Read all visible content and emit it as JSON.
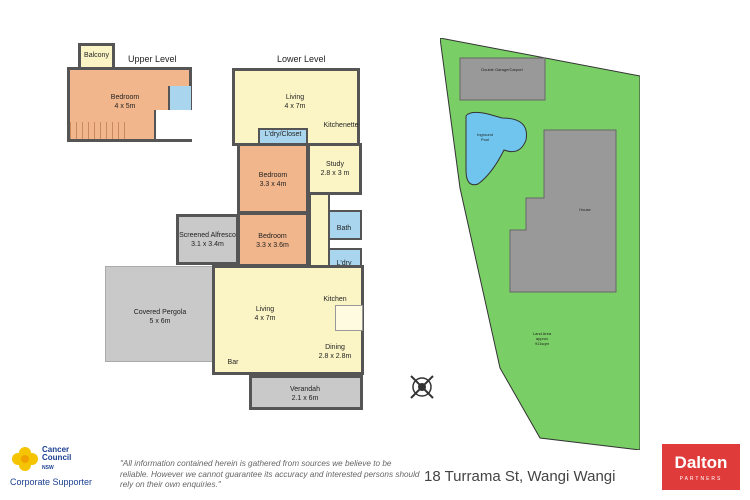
{
  "colors": {
    "upper_bedroom": "#f2b68c",
    "living_area": "#fbf5c6",
    "bedroom": "#f2b68c",
    "wet_area": "#a9d6ee",
    "outdoor": "#c9c9c9",
    "site_land": "#79cf65",
    "pool": "#6fc5ee",
    "walls": "#555555",
    "brand_red": "#e03b3b"
  },
  "upper_level": {
    "title": "Upper Level",
    "balcony": "Balcony",
    "bedroom": {
      "name": "Bedroom",
      "dims": "4 x 5m"
    }
  },
  "lower_level": {
    "title": "Lower Level",
    "living_top": {
      "name": "Living",
      "dims": "4 x 7m"
    },
    "ldry_closet": "L'dry/Closet",
    "kitchenette": "Kitchenette",
    "study": {
      "name": "Study",
      "dims": "2.8 x 3 m"
    },
    "bedroom_1": {
      "name": "Bedroom",
      "dims": "3.3 x 4m"
    },
    "bedroom_2": {
      "name": "Bedroom",
      "dims": "3.3 x 3.6m"
    },
    "screened_alfresco": {
      "name": "Screened Alfresco",
      "dims": "3.1 x 3.4m"
    },
    "bath": "Bath",
    "ldry": "L'dry",
    "covered_pergola": {
      "name": "Covered Pergola",
      "dims": "5 x 6m"
    },
    "living_bottom": {
      "name": "Living",
      "dims": "4 x 7m"
    },
    "kitchen": "Kitchen",
    "dining": {
      "name": "Dining",
      "dims": "2.8 x 2.8m"
    },
    "bar": "Bar",
    "verandah": {
      "name": "Verandah",
      "dims": "2.1 x 6m"
    }
  },
  "site_plan": {
    "garage": "Double Garage/Carport",
    "pool_line1": "Inground",
    "pool_line2": "Pool",
    "house": "House",
    "land_line1": "Land Area",
    "land_line2": "approx",
    "land_line3": "911sqm"
  },
  "footer": {
    "sponsor_name_line1": "Cancer",
    "sponsor_name_line2": "Council",
    "sponsor_name_line3": "NSW",
    "sponsor_tagline": "Corporate Supporter",
    "disclaimer": "\"All information contained herein is gathered from sources we believe to be reliable. However we cannot guarantee its accuracy and interested persons should rely on their own enquiries.\"",
    "address": "18 Turrama St, Wangi Wangi",
    "agency_name": "Dalton",
    "agency_sub": "PARTNERS"
  }
}
